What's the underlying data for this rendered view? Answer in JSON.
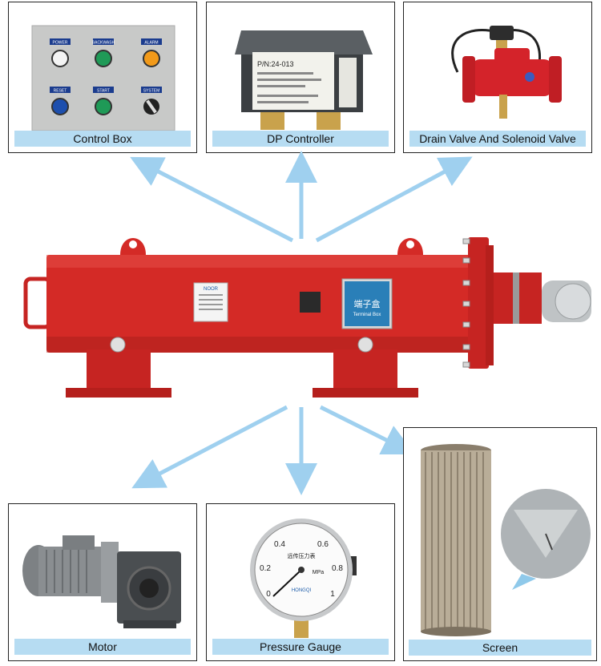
{
  "components": {
    "control_box": {
      "caption": "Control Box",
      "buttons": [
        "POWER",
        "BACKWASH",
        "ALARM",
        "RESET",
        "START",
        "SYSTEM"
      ]
    },
    "dp_controller": {
      "caption": "DP Controller",
      "part_number": "P/N:24-013"
    },
    "drain_valve": {
      "caption": "Drain Valve And Solenoid Valve"
    },
    "motor": {
      "caption": "Motor"
    },
    "pressure_gauge": {
      "caption": "Pressure Gauge",
      "scale": [
        "0",
        "0.2",
        "0.4",
        "0.6",
        "0.8",
        "1"
      ],
      "unit": "MPa",
      "title": "远传压力表",
      "brand": "HONGQI"
    },
    "screen": {
      "caption": "Screen"
    }
  },
  "filter": {
    "terminal_box_title": "端子盒",
    "terminal_box_subtitle": "Terminal Box",
    "nameplate_brand": "NOOR"
  },
  "colors": {
    "filter_body": "#d42a26",
    "caption_bar": "#b6dcf2",
    "arrow": "#9fd0ef",
    "terminal_box": "#2a7fb8"
  }
}
